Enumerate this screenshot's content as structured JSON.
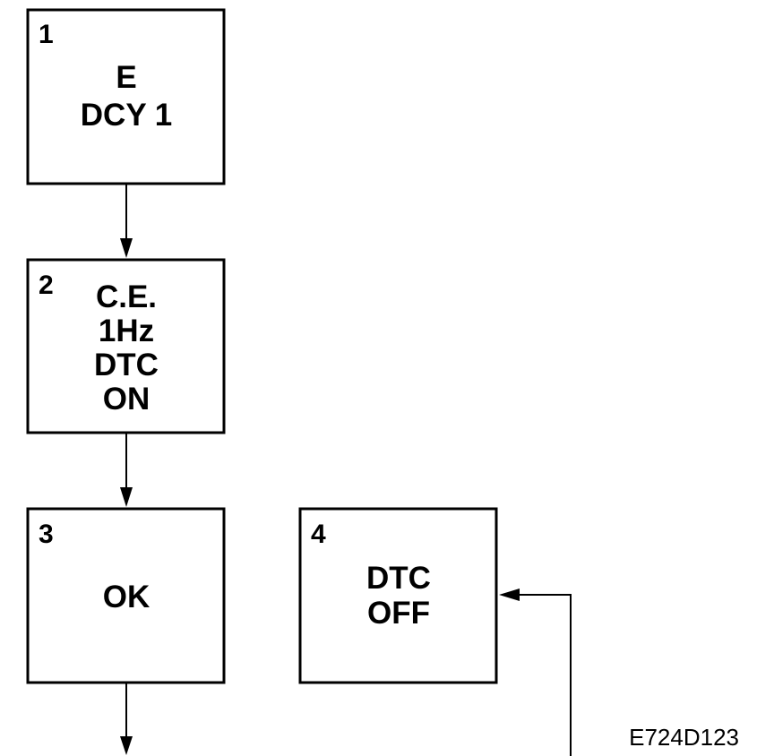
{
  "boxes": [
    {
      "number": "1",
      "lines": [
        "E",
        "DCY 1"
      ]
    },
    {
      "number": "2",
      "lines": [
        "C.E.",
        "1Hz",
        "DTC",
        "ON"
      ]
    },
    {
      "number": "3",
      "lines": [
        "OK"
      ]
    },
    {
      "number": "4",
      "lines": [
        "DTC",
        "OFF"
      ]
    }
  ],
  "reference_code": "E724D123"
}
